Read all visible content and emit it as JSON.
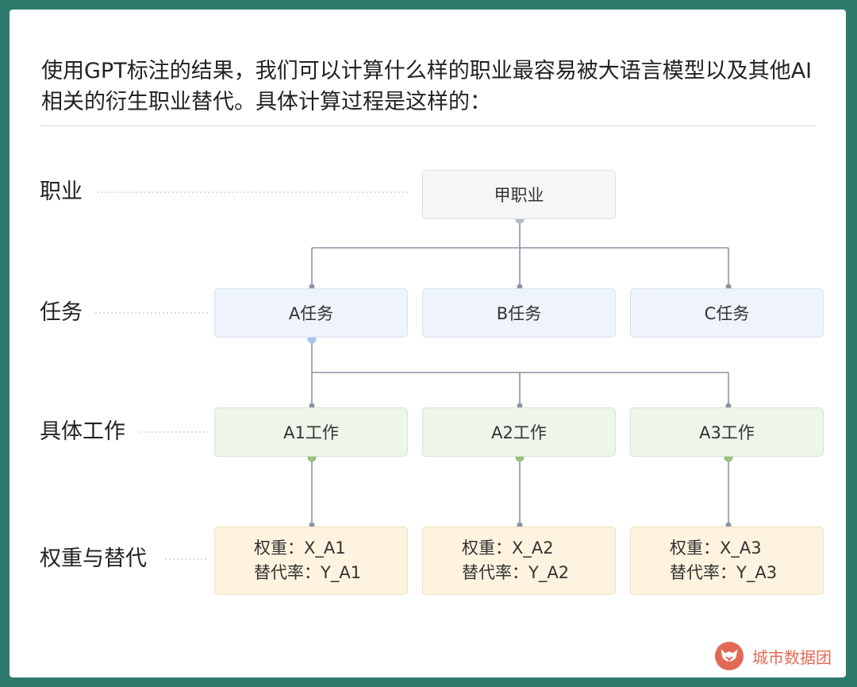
{
  "intro": {
    "text": "使用GPT标注的结果，我们可以计算什么样的职业最容易被大语言模型以及其他AI相关的衍生职业替代。具体计算过程是这样的："
  },
  "levels": {
    "occupation": "职业",
    "task": "任务",
    "job": "具体工作",
    "weight": "权重与替代"
  },
  "tree": {
    "occupation": "甲职业",
    "tasks": [
      "A任务",
      "B任务",
      "C任务"
    ],
    "jobs": [
      "A1工作",
      "A2工作",
      "A3工作"
    ],
    "weights": [
      {
        "weight": "权重：X_A1",
        "rate": "替代率：Y_A1"
      },
      {
        "weight": "权重：X_A2",
        "rate": "替代率：Y_A2"
      },
      {
        "weight": "权重：X_A3",
        "rate": "替代率：Y_A3"
      }
    ]
  },
  "colors": {
    "background": "#2e7b6e",
    "connector": "#8c94a3",
    "task_dot": "#a9c2ee",
    "job_dot": "#95c27f",
    "logo": "#e26a55"
  },
  "logo": {
    "icon": "fox-head-icon",
    "text": "城市数据团"
  }
}
